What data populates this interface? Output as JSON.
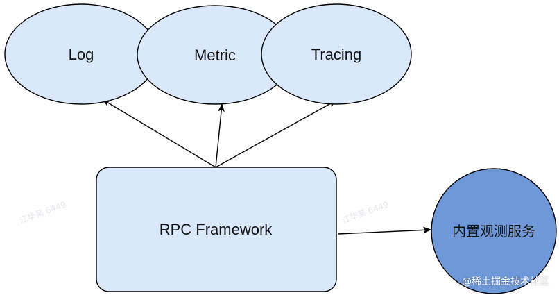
{
  "nodes": {
    "log": {
      "label": "Log"
    },
    "metric": {
      "label": "Metric"
    },
    "tracing": {
      "label": "Tracing"
    },
    "rpc_framework": {
      "label": "RPC Framework"
    },
    "builtin_observability": {
      "label": "内置观测服务"
    }
  },
  "watermark": {
    "overlay_text": "江华某 6449",
    "footer": "@稀土掘金技术社区"
  },
  "colors": {
    "light_fill": "#dae8fc",
    "dark_fill": "#6f98d8",
    "stroke": "#000000",
    "background": "#ffffff"
  }
}
